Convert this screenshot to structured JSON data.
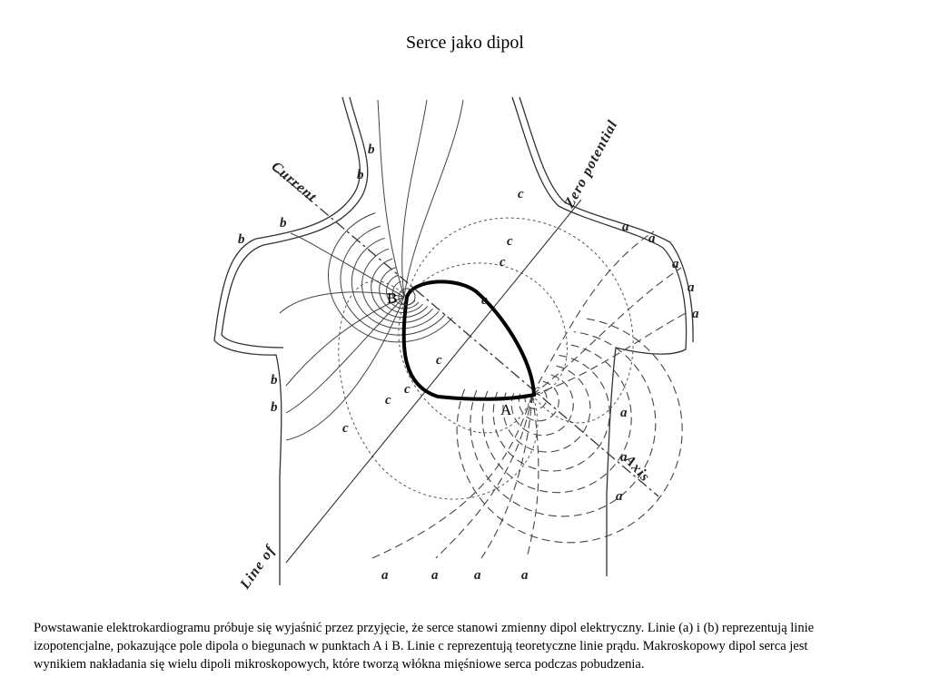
{
  "title": "Serce jako dipol",
  "figure": {
    "labels": {
      "current": "Current",
      "line_of": "Line  of",
      "zero_potential": "Zero  potential",
      "axis": "Axis",
      "pole_b": "B",
      "pole_a": "A",
      "a": "a",
      "b": "b",
      "c": "c"
    }
  },
  "caption": "Powstawanie elektrokardiogramu próbuje się wyjaśnić przez przyjęcie, że serce stanowi zmienny dipol elektryczny. Linie (a) i (b) reprezentują linie izopotencjalne, pokazujące pole dipola o biegunach w punktach A i B. Linie c reprezentują teoretyczne linie prądu. Makroskopowy dipol serca jest wynikiem nakładania się wielu dipoli mikroskopowych, które tworzą włókna mięśniowe serca podczas pobudzenia."
}
